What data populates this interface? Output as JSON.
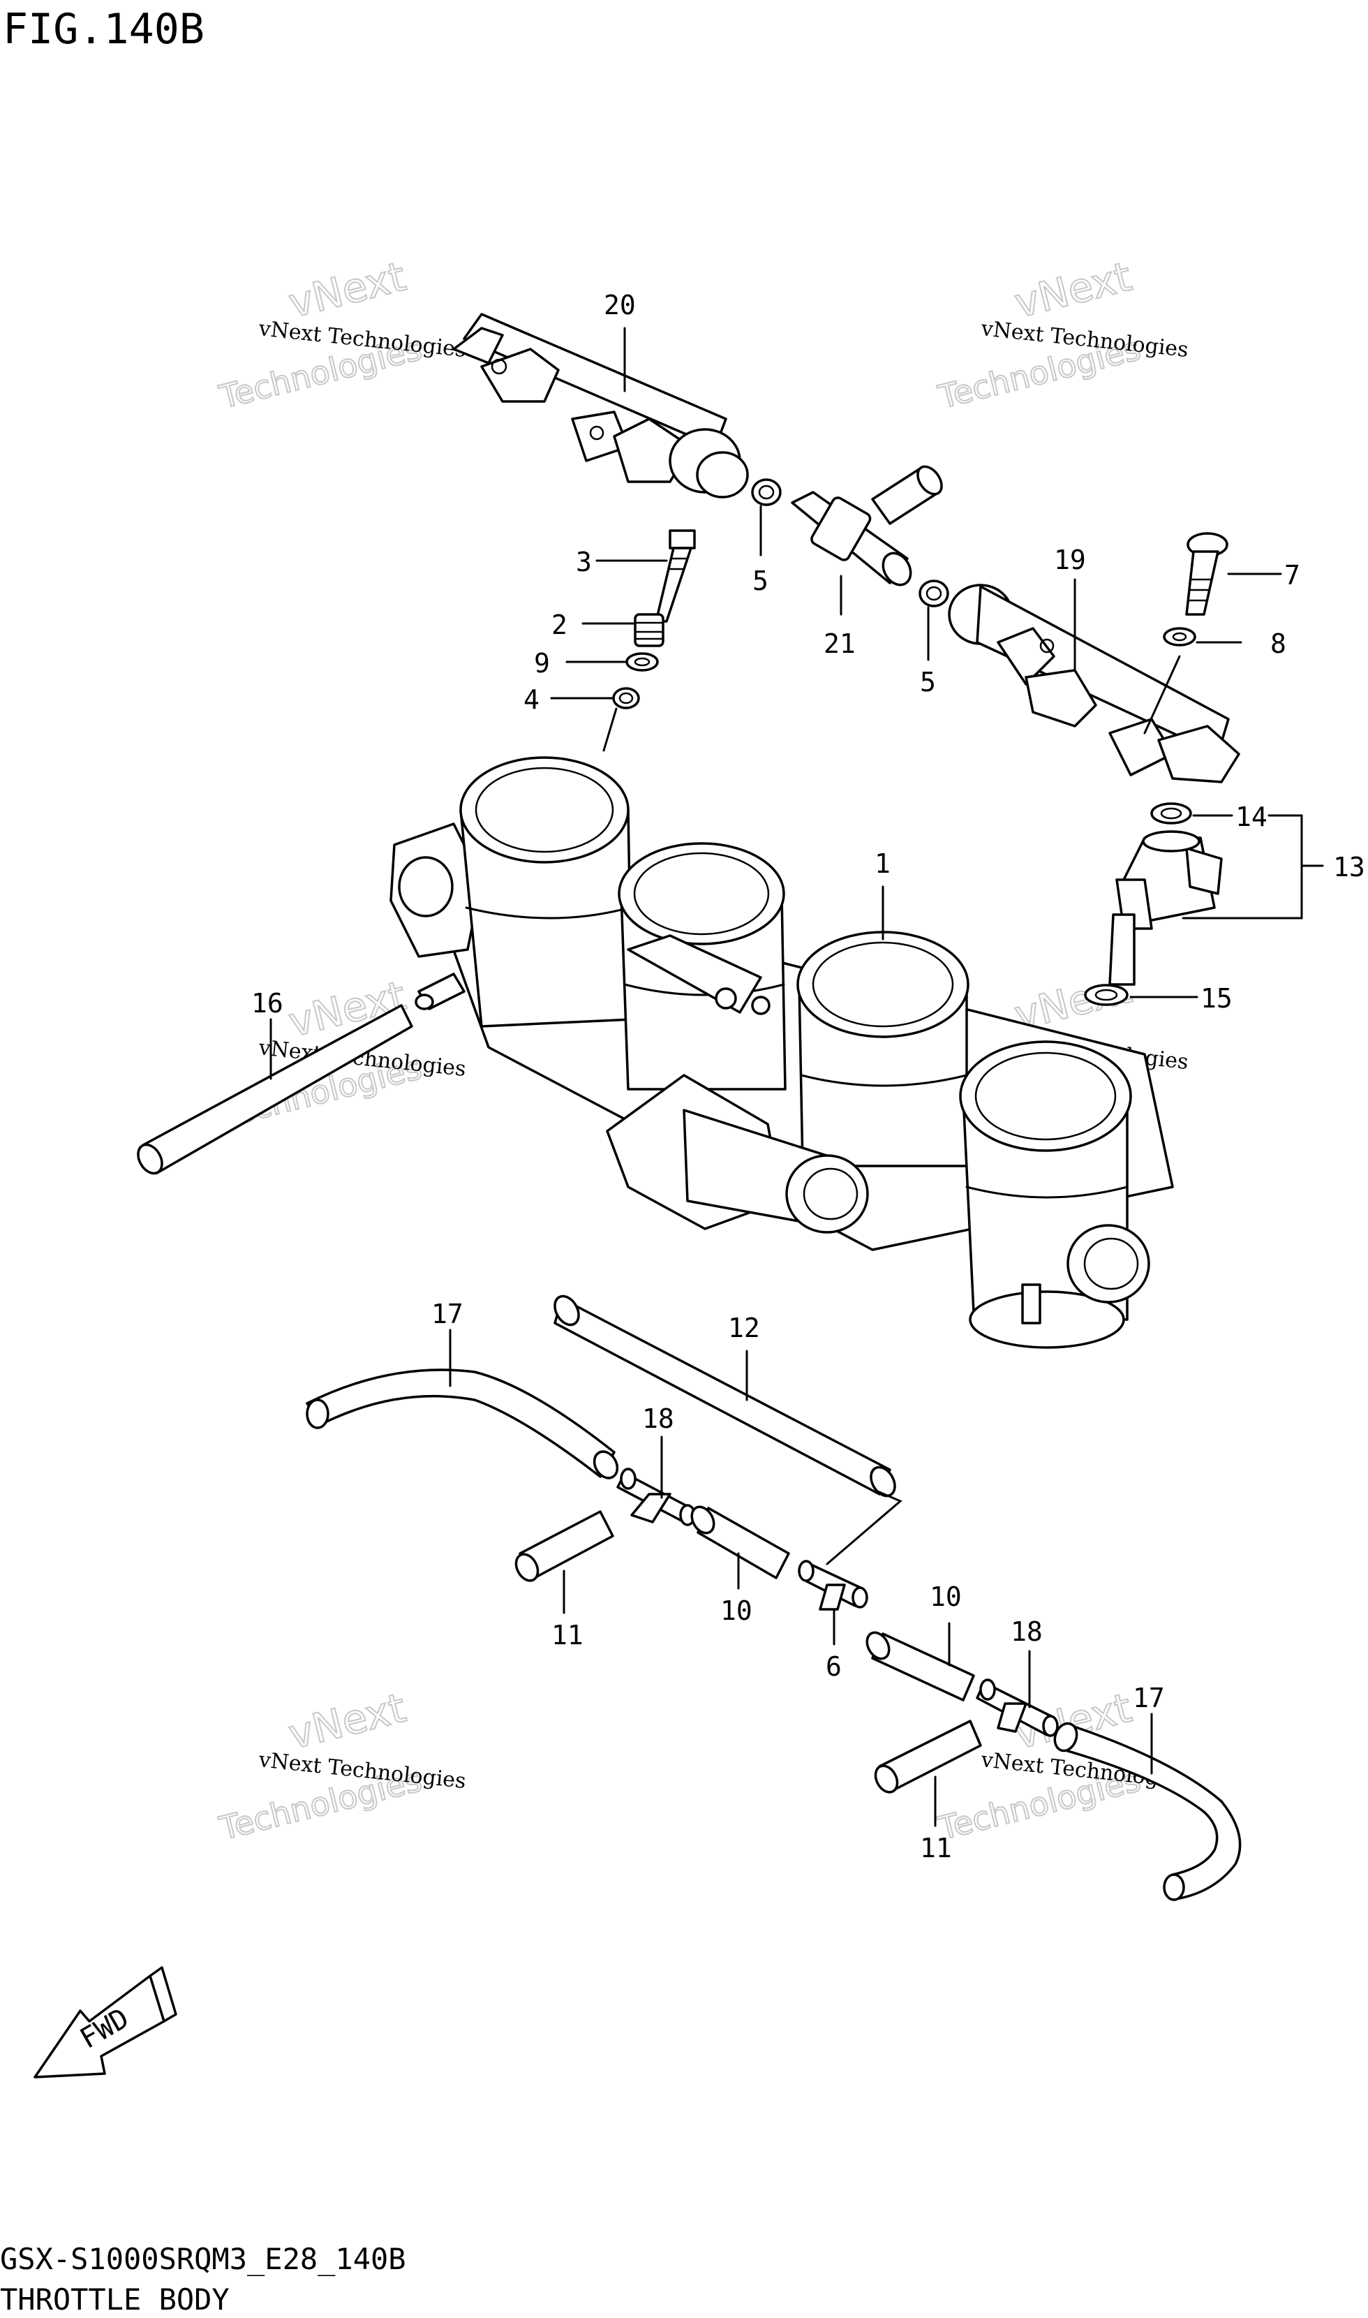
{
  "figure": {
    "title": "FIG.140B",
    "model_code": "GSX-S1000SRQM3_E28_140B",
    "section_title": "THROTTLE BODY"
  },
  "fwd_label": "FWD",
  "watermark": {
    "line1": "vNext Technologies",
    "line2": "vNext",
    "line3": "Technologies"
  },
  "callouts": {
    "c1": "1",
    "c2": "2",
    "c3": "3",
    "c4": "4",
    "c5a": "5",
    "c5b": "5",
    "c6": "6",
    "c7": "7",
    "c8": "8",
    "c9": "9",
    "c10a": "10",
    "c10b": "10",
    "c11a": "11",
    "c11b": "11",
    "c12": "12",
    "c13": "13",
    "c14": "14",
    "c15": "15",
    "c16": "16",
    "c17a": "17",
    "c17b": "17",
    "c18a": "18",
    "c18b": "18",
    "c19": "19",
    "c20": "20",
    "c21": "21"
  }
}
